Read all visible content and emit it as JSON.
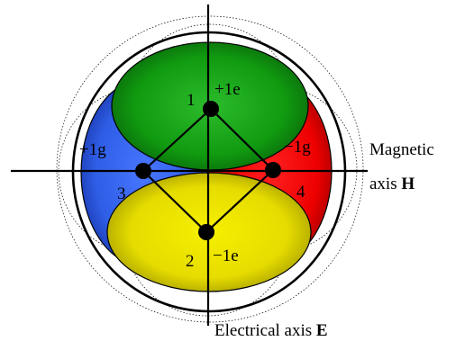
{
  "nodes": [
    {
      "number": "1",
      "charge": "+1e",
      "color": "#10a010"
    },
    {
      "number": "2",
      "charge": "−1e",
      "color": "#f2ea00"
    },
    {
      "number": "3",
      "charge": "+1g",
      "color": "#2f62f0"
    },
    {
      "number": "4",
      "charge": "−1g",
      "color": "#f00000"
    }
  ],
  "axes": {
    "magnetic_line1": "Magnetic",
    "magnetic_line2": "axis ",
    "magnetic_symbol": "H",
    "electrical": "Electrical axis ",
    "electrical_symbol": "E"
  }
}
